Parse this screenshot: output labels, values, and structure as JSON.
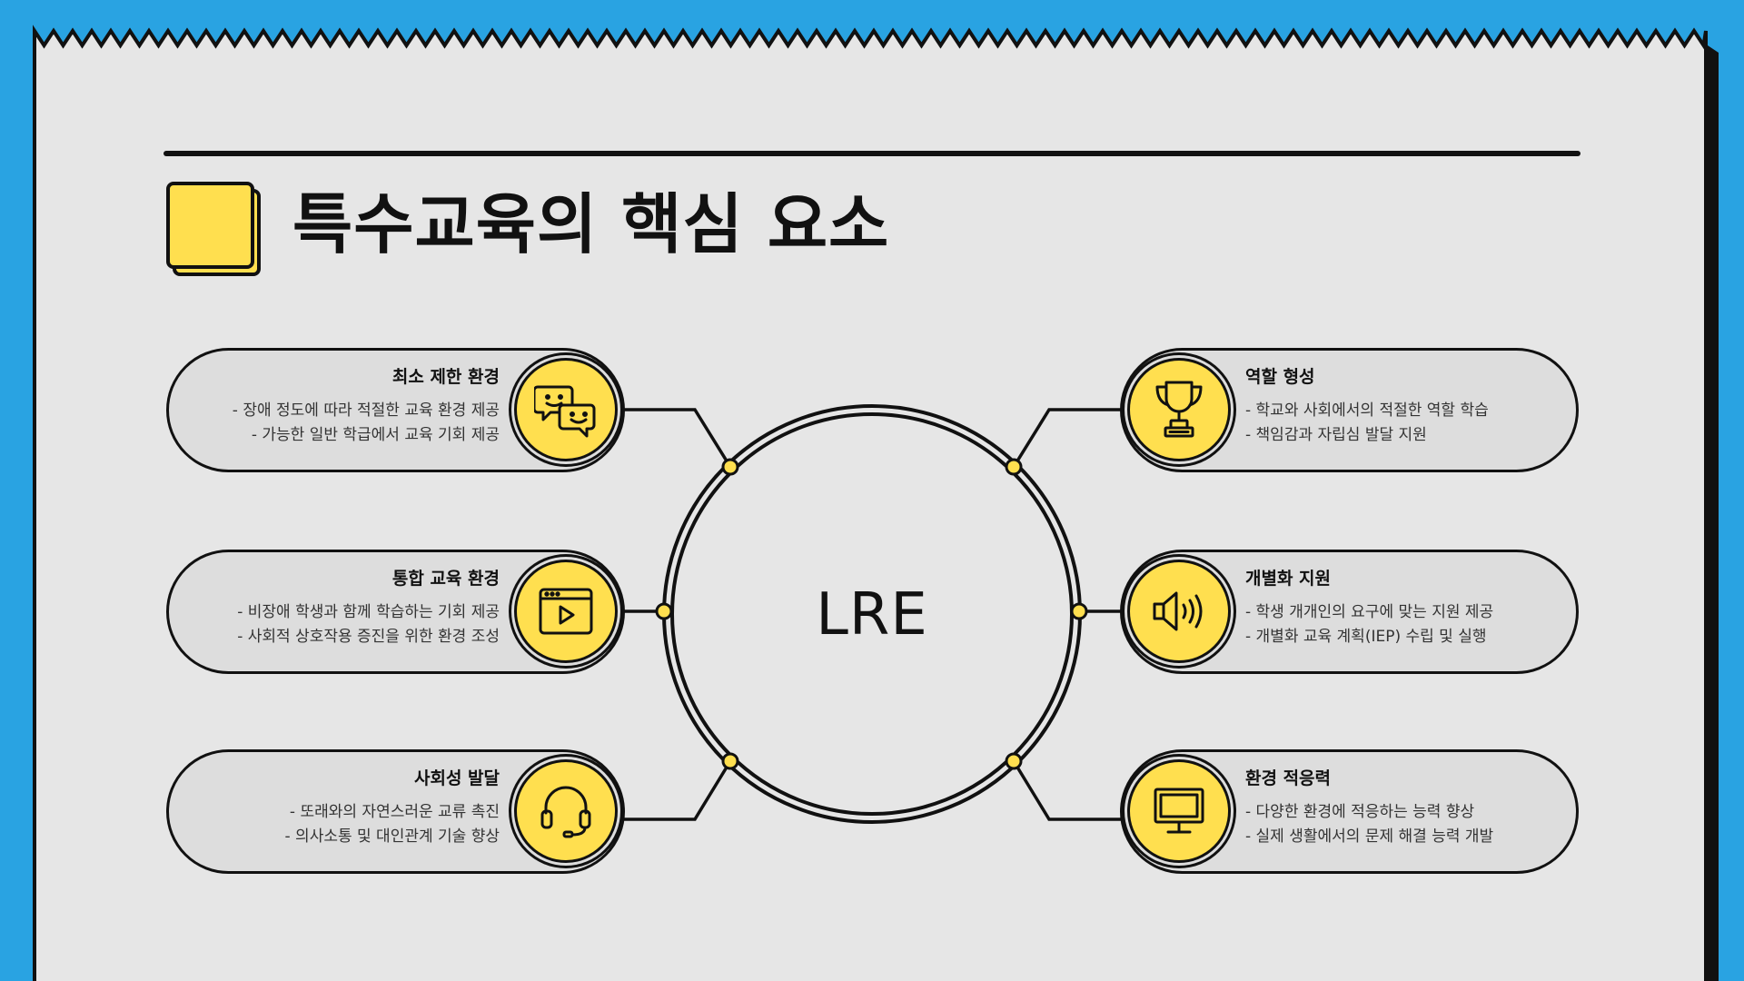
{
  "title": "특수교육의 핵심 요소",
  "center": "LRE",
  "colors": {
    "background": "#29A3E2",
    "paper": "#E6E6E6",
    "pill": "#DDDDDD",
    "accent": "#FFDF4F",
    "ink": "#111111"
  },
  "left": [
    {
      "icon": "speech-bubbles-icon",
      "heading": "최소 제한 환경",
      "lines": [
        "- 장애 정도에 따라 적절한 교육 환경 제공",
        "- 가능한 일반 학급에서 교육 기회 제공"
      ]
    },
    {
      "icon": "video-player-icon",
      "heading": "통합 교육 환경",
      "lines": [
        "- 비장애 학생과 함께 학습하는 기회 제공",
        "- 사회적 상호작용 증진을 위한 환경 조성"
      ]
    },
    {
      "icon": "headset-icon",
      "heading": "사회성 발달",
      "lines": [
        "- 또래와의 자연스러운 교류 촉진",
        "- 의사소통 및 대인관계 기술 향상"
      ]
    }
  ],
  "right": [
    {
      "icon": "trophy-icon",
      "heading": "역할 형성",
      "lines": [
        "- 학교와 사회에서의 적절한 역할 학습",
        "- 책임감과 자립심 발달 지원"
      ]
    },
    {
      "icon": "speaker-icon",
      "heading": "개별화 지원",
      "lines": [
        "- 학생 개개인의 요구에 맞는 지원 제공",
        "- 개별화 교육 계획(IEP) 수립 및 실행"
      ]
    },
    {
      "icon": "monitor-icon",
      "heading": "환경 적응력",
      "lines": [
        "- 다양한 환경에 적응하는 능력 향상",
        "- 실제 생활에서의 문제 해결 능력 개발"
      ]
    }
  ]
}
